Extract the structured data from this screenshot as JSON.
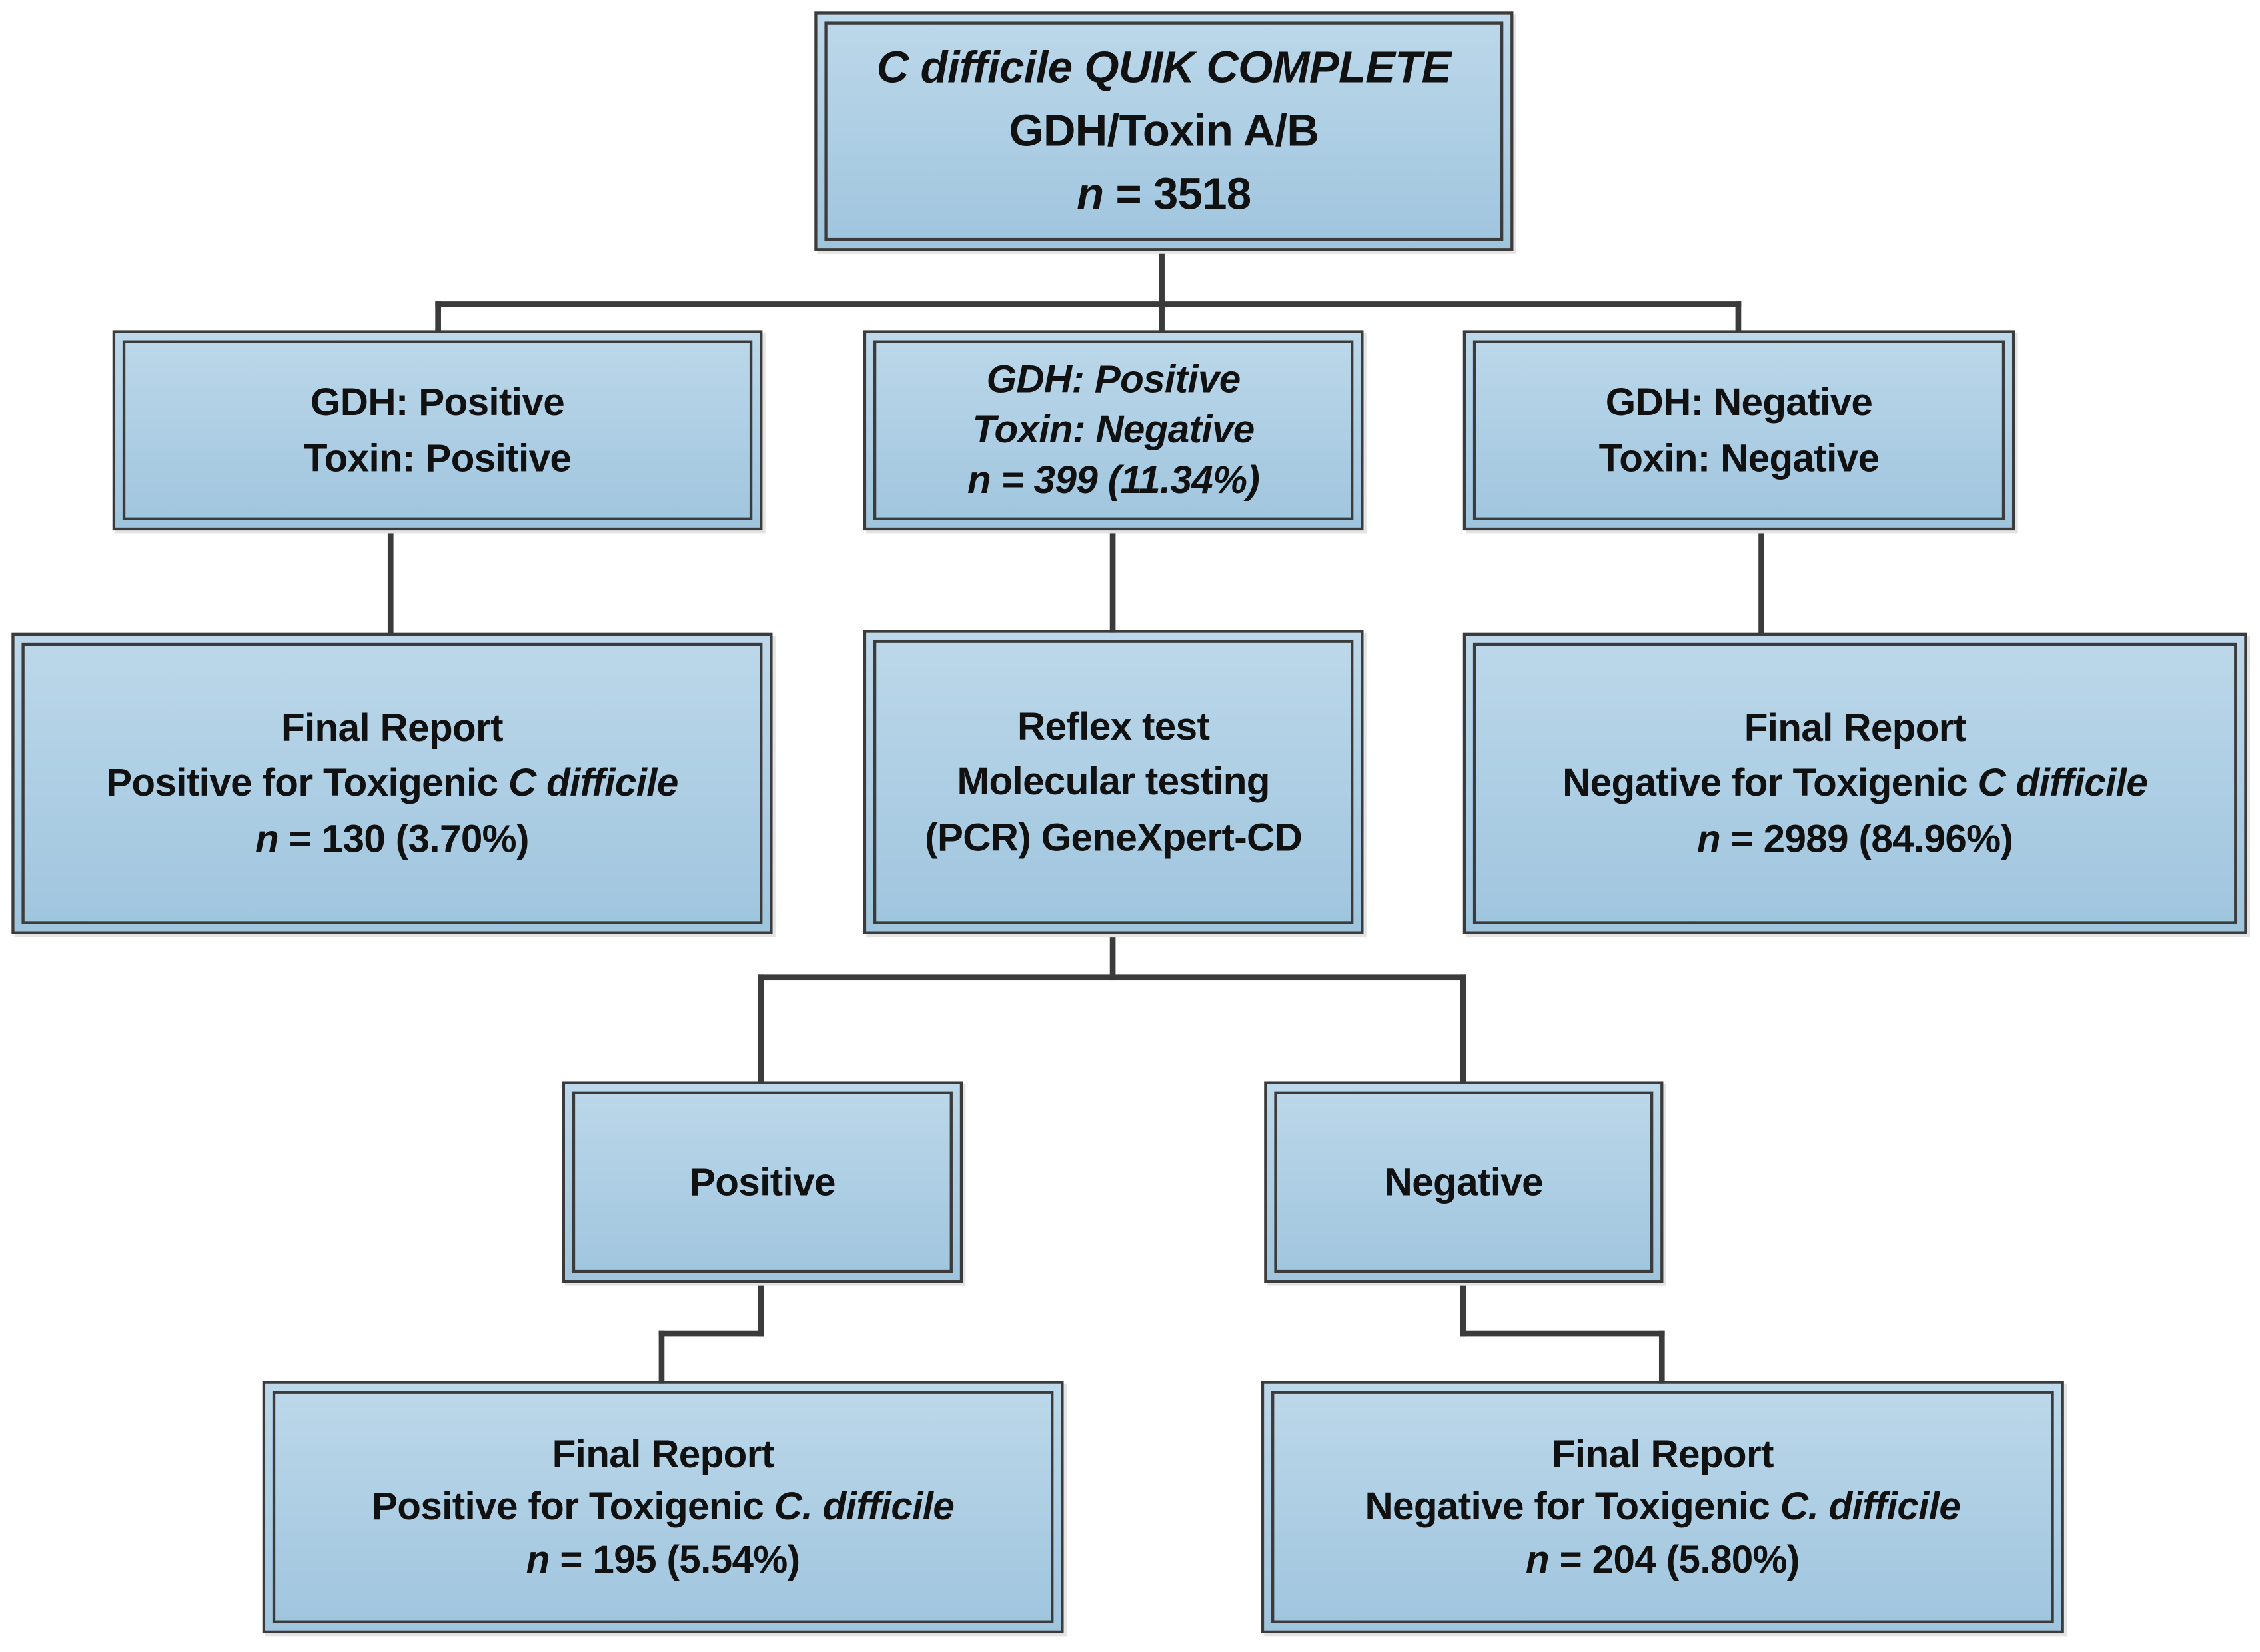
{
  "root": {
    "line1": "C difficile QUIK COMPLETE",
    "line2": "GDH/Toxin A/B",
    "n_label": "n",
    "n_value": " = 3518"
  },
  "level1": {
    "left": {
      "line1": "GDH: Positive",
      "line2": "Toxin: Positive"
    },
    "middle": {
      "line1": "GDH: Positive",
      "line2": "Toxin: Negative",
      "line3": "n = 399 (11.34%)"
    },
    "right": {
      "line1": "GDH: Negative",
      "line2": "Toxin: Negative"
    }
  },
  "level2": {
    "left": {
      "line1": "Final Report",
      "line2": "Positive for Toxigenic ",
      "organism": "C difficile",
      "n_label": "n",
      "n_value": " = 130 (3.70%)"
    },
    "middle": {
      "line1": "Reflex test",
      "line2": "Molecular testing",
      "line3": "(PCR) GeneXpert-CD"
    },
    "right": {
      "line1": "Final Report",
      "line2": "Negative for Toxigenic ",
      "organism": "C difficile",
      "n_label": "n",
      "n_value": " = 2989 (84.96%)"
    }
  },
  "level3": {
    "positive": "Positive",
    "negative": "Negative"
  },
  "level4": {
    "left": {
      "line1": "Final Report",
      "line2": "Positive for Toxigenic ",
      "organism": "C. difficile",
      "n_label": "n",
      "n_value": " = 195 (5.54%)"
    },
    "right": {
      "line1": "Final Report",
      "line2": "Negative for Toxigenic ",
      "organism": "C. difficile",
      "n_label": "n",
      "n_value": " = 204 (5.80%)"
    }
  },
  "colors": {
    "box_top": "#bdd8ea",
    "box_bottom": "#9fc5de",
    "border": "#3b3b3b"
  }
}
